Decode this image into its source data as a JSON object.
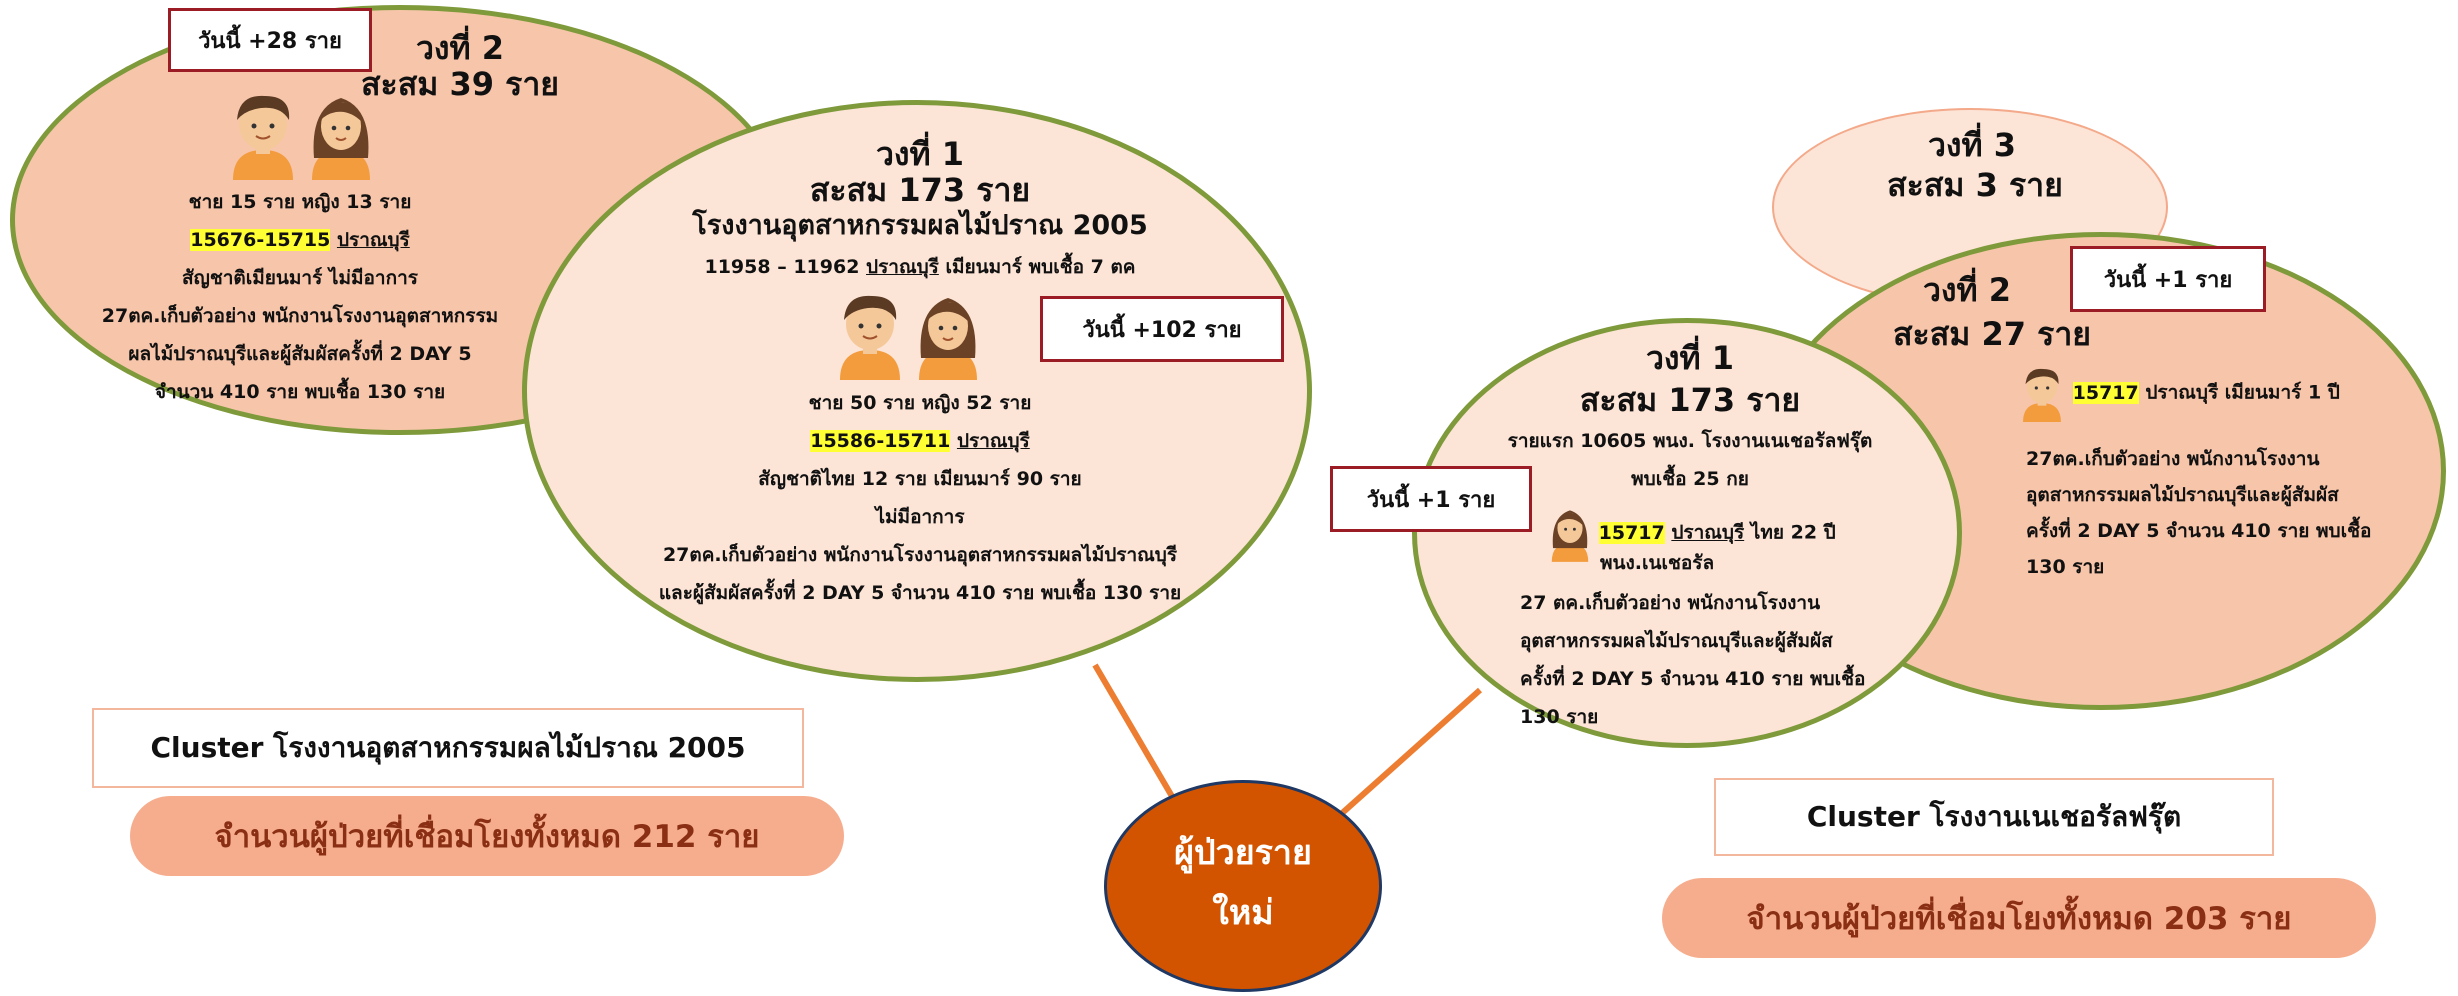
{
  "left": {
    "ring2": {
      "today": "วันนี้ +28 ราย",
      "title": "วงที่ 2",
      "total": "สะสม 39 ราย",
      "gender": "ชาย 15 ราย หญิง 13 ราย",
      "ids": "15676-15715",
      "place": "ปราณบุรี",
      "line1": "สัญชาติเมียนมาร์ ไม่มีอาการ",
      "line2": "27ตค.เก็บตัวอย่าง พนักงานโรงงานอุตสาหกรรม",
      "line3": "ผลไม้ปราณบุรีและผู้สัมผัสครั้งที่ 2 DAY 5",
      "line4": "จำนวน 410 ราย พบเชื้อ 130 ราย"
    },
    "ring1": {
      "today": "วันนี้ +102 ราย",
      "title": "วงที่ 1",
      "total": "สะสม 173 ราย",
      "factory": "โรงงานอุตสาหกรรมผลไม้ปราณ 2005",
      "first_pre": "11958 – 11962 ",
      "first_place": "ปราณบุรี",
      "first_post": " เมียนมาร์  พบเชื้อ 7 ตค",
      "gender": "ชาย 50 ราย  หญิง 52 ราย",
      "ids": "15586-15711",
      "place": "ปราณบุรี",
      "line1": "สัญชาติไทย 12 ราย เมียนมาร์ 90 ราย",
      "line2": "ไม่มีอาการ",
      "line3": "27ตค.เก็บตัวอย่าง พนักงานโรงงานอุตสาหกรรมผลไม้ปราณบุรี",
      "line4": "และผู้สัมผัสครั้งที่ 2 DAY 5 จำนวน 410 ราย พบเชื้อ 130 ราย"
    },
    "cluster": "Cluster โรงงานอุตสาหกรรมผลไม้ปราณ 2005",
    "total_linked": "จำนวนผู้ป่วยที่เชื่อมโยงทั้งหมด 212 ราย"
  },
  "center": {
    "line1": "ผู้ป่วยราย",
    "line2": "ใหม่"
  },
  "right": {
    "ring3": {
      "title": "วงที่ 3",
      "total": "สะสม 3 ราย"
    },
    "ring2": {
      "today": "วันนี้ +1 ราย",
      "title": "วงที่ 2",
      "total": "สะสม 27 ราย",
      "id": "15717",
      "info": " ปราณบุรี เมียนมาร์ 1 ปี",
      "line1": "27ตค.เก็บตัวอย่าง พนักงานโรงงาน",
      "line2": "อุตสาหกรรมผลไม้ปราณบุรีและผู้สัมผัส",
      "line3": "ครั้งที่ 2 DAY 5 จำนวน 410 ราย พบเชื้อ",
      "line4": "130 ราย"
    },
    "ring1": {
      "today": "วันนี้ +1 ราย",
      "title": "วงที่ 1",
      "total": "สะสม 173 ราย",
      "first1": "รายแรก 10605 พนง. โรงงานเนเชอรัลฟรุ๊ต",
      "first2": "พบเชื้อ 25 กย",
      "id": "15717",
      "place": "ปราณบุรี",
      "info": " ไทย 22 ปี",
      "job": "พนง.เนเชอรัล",
      "line1": "27 ตค.เก็บตัวอย่าง พนักงานโรงงาน",
      "line2": "อุตสาหกรรมผลไม้ปราณบุรีและผู้สัมผัส",
      "line3": "ครั้งที่ 2 DAY 5 จำนวน 410 ราย พบเชื้อ",
      "line4": "130 ราย"
    },
    "cluster": "Cluster โรงงานเนเชอรัลฟรุ๊ต",
    "total_linked": "จำนวนผู้ป่วยที่เชื่อมโยงทั้งหมด 203 ราย"
  },
  "colors": {
    "ring_fill_dark": "#f7c5aa",
    "ring_fill_light": "#fce4d6",
    "ring_border": "#7e9a3a",
    "connector": "#ed7d31",
    "center_fill": "#d35400",
    "box_border": "#9b1c24",
    "highlight": "#ffff33"
  }
}
